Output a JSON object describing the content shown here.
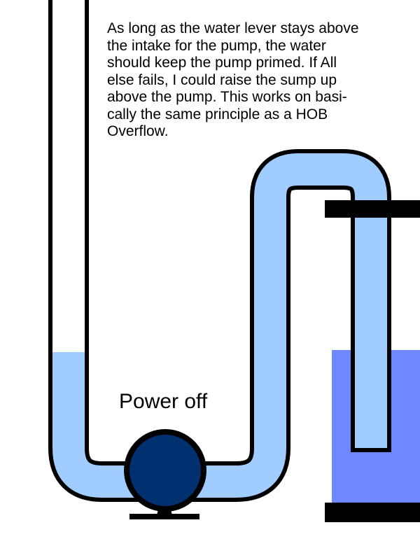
{
  "description": {
    "lines": [
      "As long as the water lever stays above",
      "the intake for the pump, the water",
      "should keep the pump primed. If All",
      "else fails, I could raise the sump up",
      "above the pump. This works on basi-",
      "cally the same principle as a HOB",
      "Overflow."
    ]
  },
  "pump_status": "Power off",
  "colors": {
    "pipe_water": "#a0ccff",
    "sump_water": "#7088ff",
    "pump_body": "#003070",
    "outline": "#000000",
    "background": "#ffffff"
  },
  "icons": {
    "pump": "pump-icon",
    "pipe": "pipe-icon",
    "sump": "sump-tank-icon"
  }
}
